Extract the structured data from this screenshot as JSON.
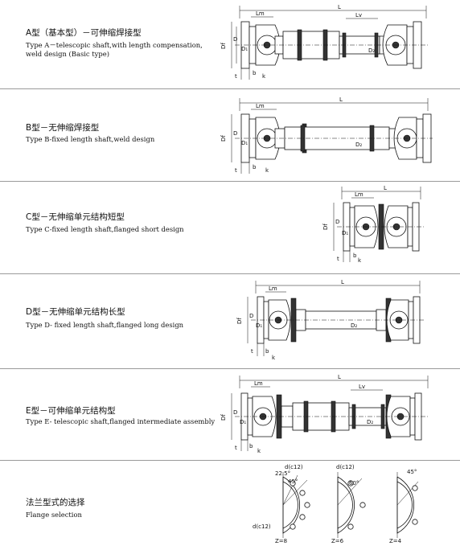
{
  "sections": [
    {
      "title_cn": "A型（基本型）－可伸缩焊接型",
      "title_en_lines": [
        "Type A－telescopic shaft,with length compensation,",
        "weld design (Basic type)"
      ],
      "dims": {
        "L": "L",
        "Lv": "Lv",
        "Lm": "Lm",
        "Df": "Df",
        "D": "D",
        "D1": "D₁",
        "D2": "D₂",
        "t": "t",
        "b": "b",
        "k": "k"
      }
    },
    {
      "title_cn": "B型－无伸缩焊接型",
      "title_en_lines": [
        "Type B-fixed length shaft,weld design"
      ],
      "dims": {
        "L": "L",
        "Lm": "Lm",
        "Df": "Df",
        "D": "D",
        "D1": "D₁",
        "D2": "D₂",
        "t": "t",
        "b": "b",
        "k": "k"
      }
    },
    {
      "title_cn": "C型－无伸缩单元结构短型",
      "title_en_lines": [
        "Type C-fixed length shaft,flanged short design"
      ],
      "dims": {
        "L": "L",
        "Lm": "Lm",
        "Df": "Df",
        "D": "D",
        "D1": "D₁",
        "t": "t",
        "b": "b",
        "k": "k"
      }
    },
    {
      "title_cn": "D型－无伸缩单元结构长型",
      "title_en_lines": [
        "Type D- fixed length shaft,flanged long design"
      ],
      "dims": {
        "L": "L",
        "Lm": "Lm",
        "Df": "Df",
        "D": "D",
        "D1": "D₁",
        "D2": "D₂",
        "t": "t",
        "b": "b",
        "k": "k"
      }
    },
    {
      "title_cn": "E型－可伸缩单元结构型",
      "title_en_lines": [
        "Type E- telescopic shaft,flanged intermediate assembly"
      ],
      "dims": {
        "L": "L",
        "Lv": "Lv",
        "Lm": "Lm",
        "Df": "Df",
        "D": "D",
        "D1": "D₁",
        "D2": "D₂",
        "t": "t",
        "b": "b",
        "k": "k"
      }
    }
  ],
  "flange": {
    "title_cn": "法兰型式的选择",
    "title_en": "Flange selection",
    "z8": {
      "label": "Z=8",
      "angle1": "22.5°",
      "angle2": "45°",
      "hole_top": "d(c12)",
      "hole_bottom": "d(c12)"
    },
    "z6": {
      "label": "Z=6",
      "angle": "60°",
      "hole": "d(c12)"
    },
    "z4": {
      "label": "Z=4",
      "angle": "45°"
    }
  }
}
